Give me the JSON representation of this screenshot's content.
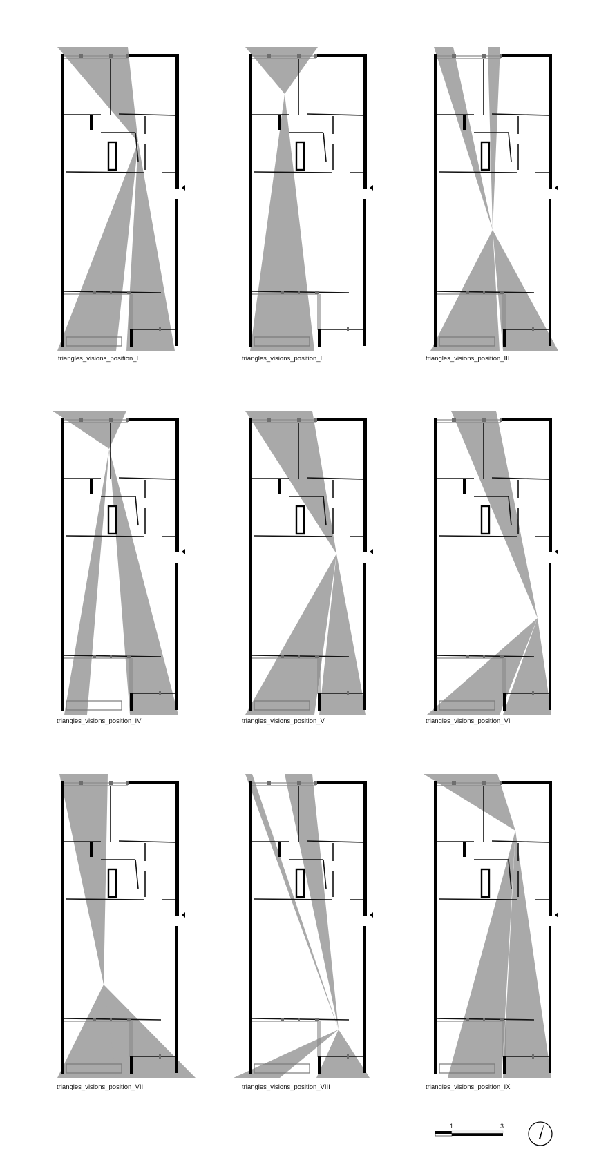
{
  "title": "triangles_visions diagrams",
  "colors": {
    "background": "#ffffff",
    "walls": "#000000",
    "vision_cone": "#a9a9a9",
    "glazing": "#8a8a8a"
  },
  "plans": [
    {
      "id": "I",
      "label": "triangles_visions_position_I"
    },
    {
      "id": "II",
      "label": "triangles_visions_position_II"
    },
    {
      "id": "III",
      "label": "triangles_visions_position_III"
    },
    {
      "id": "IV",
      "label": "triangles_visions_position_IV"
    },
    {
      "id": "V",
      "label": "triangles_visions_position_V"
    },
    {
      "id": "VI",
      "label": "triangles_visions_position_VI"
    },
    {
      "id": "VII",
      "label": "triangles_visions_position_VII"
    },
    {
      "id": "VIII",
      "label": "triangles_visions_position_VIII"
    },
    {
      "id": "IX",
      "label": "triangles_visions_position_IX"
    }
  ],
  "scale_bar": {
    "tick_1": "1",
    "tick_3": "3"
  },
  "north_arrow": {
    "icon": "north-arrow-icon"
  }
}
